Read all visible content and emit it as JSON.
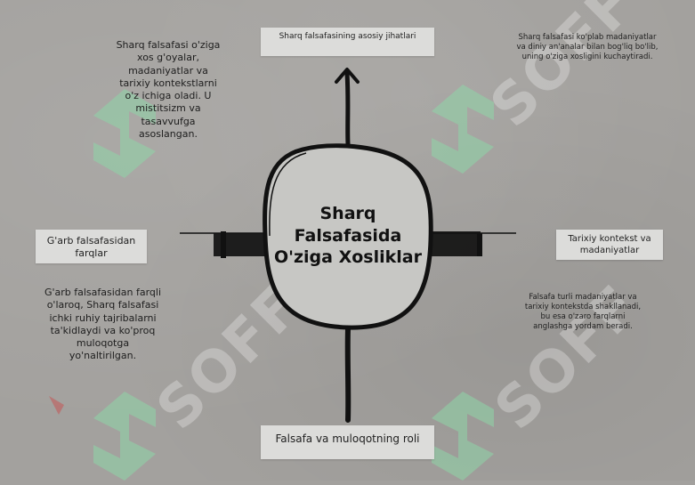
{
  "center": {
    "title": "Sharq Falsafasida O'ziga Xosliklar"
  },
  "branches": {
    "top": {
      "label": "Sharq falsafasining asosiy jihatlari"
    },
    "right": {
      "label": "Tarixiy kontekst va madaniyatlar"
    },
    "left": {
      "label": "G'arb falsafasidan farqlar"
    },
    "bottom": {
      "label": "Falsafa va muloqotning roli"
    }
  },
  "notes": {
    "top_left": "Sharq falsafasi o'ziga xos g'oyalar, madaniyatlar va tarixiy kontekstlarni o'z ichiga oladi. U mistitsizm va tasavvufga asoslangan.",
    "top_right": "Sharq falsafasi ko'plab madaniyatlar va diniy an'analar bilan bog'liq bo'lib, uning o'ziga xosligini kuchaytiradi.",
    "bottom_left": "G'arb falsafasidan farqli o'laroq, Sharq falsafasi ichki ruhiy tajribalarni ta'kidlaydi va ko'proq muloqotga yo'naltirilgan.",
    "bottom_right": "Falsafa turli madaniyatlar va tarixiy kontekstda shakllanadi, bu esa o'zaro farqlarni anglashga yordam beradi."
  },
  "watermark": {
    "text": "SOFF",
    "color": "#8fd6a8"
  }
}
